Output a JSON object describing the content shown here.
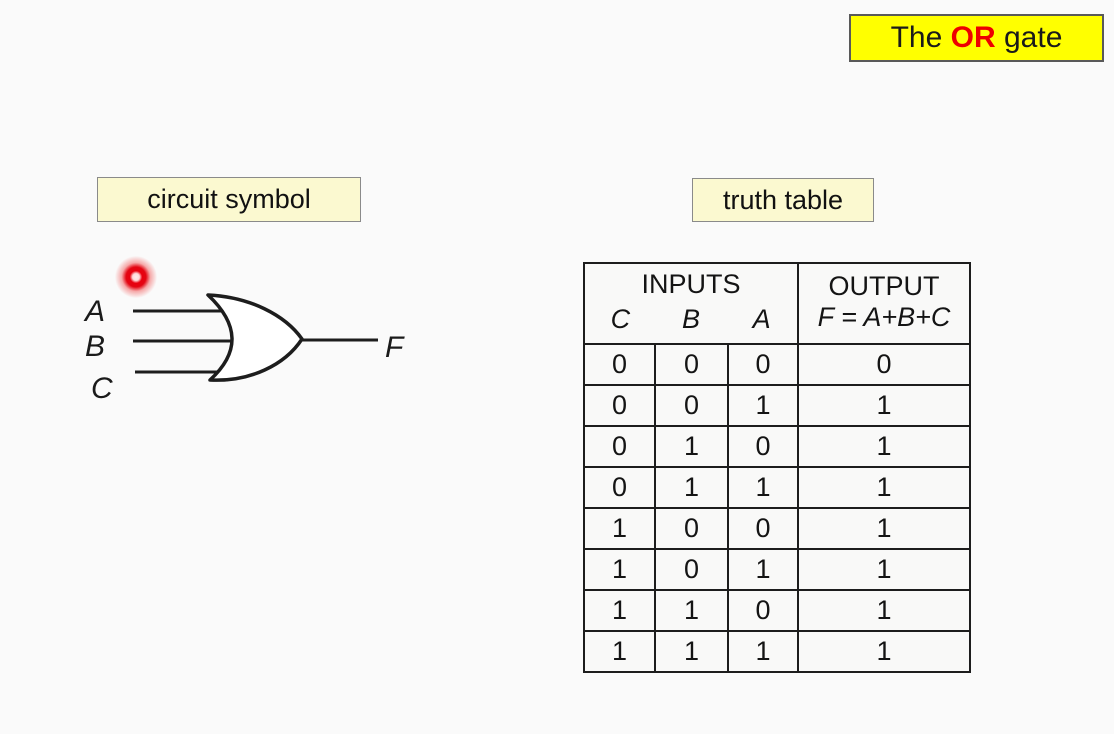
{
  "title": {
    "prefix": "The",
    "emphasis": "OR",
    "suffix": "gate",
    "background": "#ffff00",
    "emphasis_color": "#ee0000"
  },
  "section_labels": {
    "circuit_symbol": "circuit symbol",
    "truth_table": "truth table",
    "label_background": "#fbf9d0"
  },
  "gate": {
    "type": "OR",
    "input_labels": [
      "A",
      "B",
      "C"
    ],
    "output_label": "F",
    "pointer": {
      "kind": "laser-pointer-dot",
      "color": "#e8000f"
    }
  },
  "truth_table": {
    "inputs_header": "INPUTS",
    "output_header": "OUTPUT",
    "input_columns": [
      "C",
      "B",
      "A"
    ],
    "output_formula": "F = A+B+C",
    "rows": [
      [
        "0",
        "0",
        "0",
        "0"
      ],
      [
        "0",
        "0",
        "1",
        "1"
      ],
      [
        "0",
        "1",
        "0",
        "1"
      ],
      [
        "0",
        "1",
        "1",
        "1"
      ],
      [
        "1",
        "0",
        "0",
        "1"
      ],
      [
        "1",
        "0",
        "1",
        "1"
      ],
      [
        "1",
        "1",
        "0",
        "1"
      ],
      [
        "1",
        "1",
        "1",
        "1"
      ]
    ]
  }
}
